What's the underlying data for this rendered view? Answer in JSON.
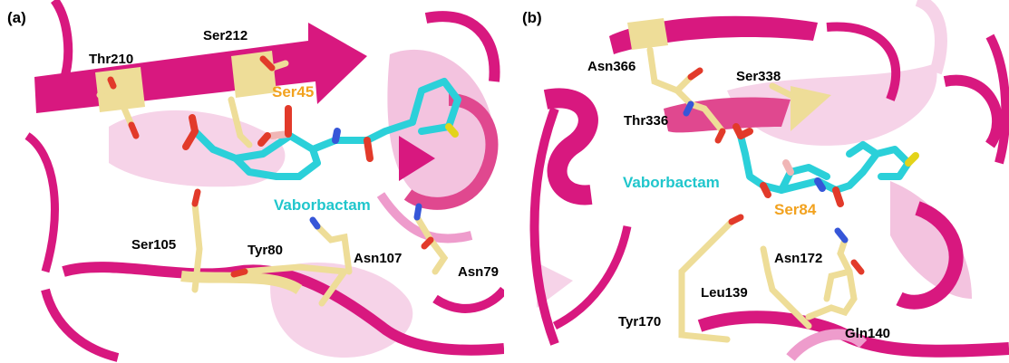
{
  "panel_a": {
    "label": "(a)",
    "residues": [
      "Thr210",
      "Ser212",
      "Ser105",
      "Tyr80",
      "Asn107",
      "Asn79"
    ],
    "ligand": "Vaborbactam",
    "catalytic_serine": "Ser45"
  },
  "panel_b": {
    "label": "(b)",
    "residues": [
      "Asn366",
      "Ser338",
      "Thr336",
      "Asn172",
      "Leu139",
      "Tyr170",
      "Gln140"
    ],
    "ligand": "Vaborbactam",
    "catalytic_serine": "Ser84"
  },
  "colors": {
    "ribbon": "#d8187f",
    "ribbon_light": "#ee9ccc",
    "ribbon_pale": "#f6d3e8",
    "sidechain": "#eedd98",
    "ligand": "#2bd0d9",
    "oxygen": "#e23a2a",
    "nitrogen": "#3656d8",
    "boron": "#f0b6b6",
    "sulfur": "#e3d31a",
    "ligand_text": "#20c6cc",
    "serine_text": "#f2a21f"
  }
}
